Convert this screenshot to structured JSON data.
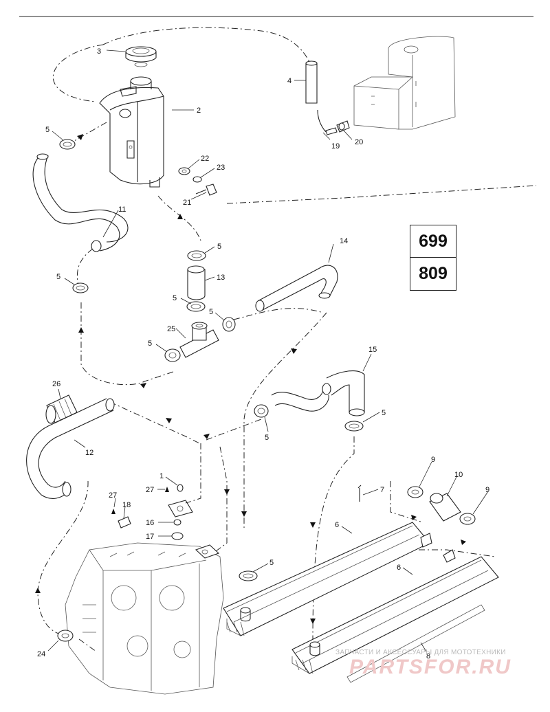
{
  "model_numbers": [
    "699",
    "809"
  ],
  "callouts": [
    "1",
    "2",
    "3",
    "4",
    "5",
    "6",
    "7",
    "8",
    "9",
    "10",
    "11",
    "12",
    "13",
    "14",
    "15",
    "16",
    "17",
    "18",
    "19",
    "20",
    "21",
    "22",
    "23",
    "24",
    "25",
    "26",
    "27"
  ],
  "watermark": {
    "caption": "ЗАПЧАСТИ И АКСЕССУАРЫ ДЛЯ МОТОТЕХНИКИ",
    "logo": "PARTSFOR.RU"
  }
}
